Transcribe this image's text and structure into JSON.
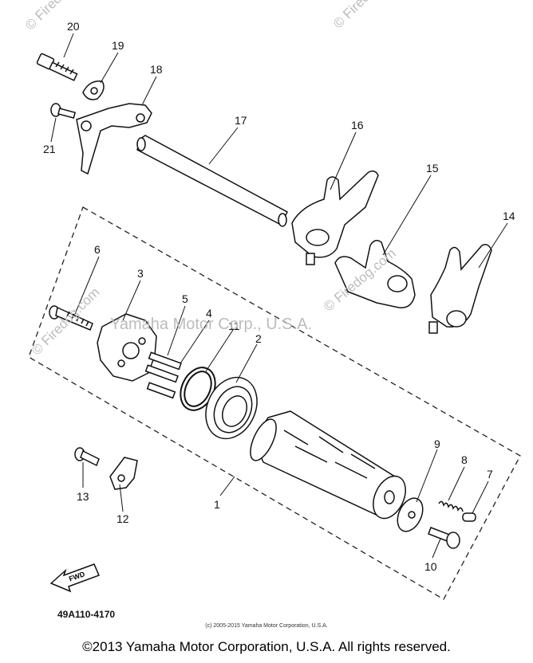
{
  "diagram": {
    "part_numbers": [
      "1",
      "2",
      "3",
      "4",
      "5",
      "6",
      "7",
      "8",
      "9",
      "10",
      "11",
      "12",
      "13",
      "14",
      "15",
      "16",
      "17",
      "18",
      "19",
      "20",
      "21"
    ],
    "diagram_code": "49A110-4170",
    "fwd_label": "FWD",
    "watermark_center": "Yamaha Motor Corp., U.S.A.",
    "watermark_site": "© Firedog.com",
    "watermark_corner": "© Firedog",
    "small_copyright": "(c) 2005-2015 Yamaha Motor Corporation, U.S.A.",
    "footer": "©2013 Yamaha Motor Corporation, U.S.A. All rights reserved."
  }
}
